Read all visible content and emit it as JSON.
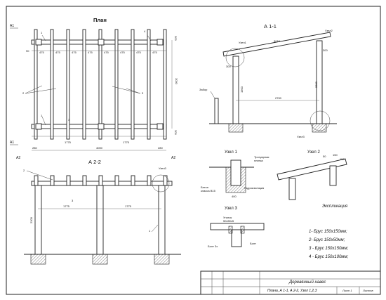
{
  "plan": {
    "title": "План",
    "section_mark": "А1",
    "section_mark_b": "А2",
    "top_dims": [
      "475",
      "475",
      "475",
      "475",
      "475",
      "475",
      "475",
      "475"
    ],
    "left_dim": "90",
    "right_dims": [
      "300",
      "3000",
      "300"
    ],
    "bottom_dims": [
      "1775",
      "1775"
    ],
    "bottom_small": [
      "280",
      "280"
    ],
    "total_width": "4000",
    "callouts": [
      "1",
      "2",
      "3",
      "1",
      "3",
      "4"
    ]
  },
  "section11": {
    "title": "А 1-1",
    "labels": [
      "Узел2",
      "Узел1",
      "Узел3",
      "Забор",
      "3015",
      "1900",
      "2300",
      "2700",
      "300",
      "300"
    ]
  },
  "section22": {
    "title": "А 2-2",
    "labels": [
      "Узел3",
      "1775",
      "1775",
      "2300",
      "1",
      "2",
      "3"
    ]
  },
  "node1": {
    "title": "Узел 1",
    "labels": [
      "Тротуарная",
      "плитка",
      "Бетон",
      "класса В15",
      "Гидроизоляция",
      "400"
    ]
  },
  "node2": {
    "title": "Узел 2",
    "labels": [
      "50",
      "150",
      "150"
    ]
  },
  "node3": {
    "title": "Узел 3",
    "labels": [
      "Уголок",
      "50х50х5",
      "Болт 3х",
      "Болт"
    ]
  },
  "explication": {
    "title": "Экспликация",
    "items": [
      "1- Брус 150х150мм;",
      "2- Брус 150х50мм;",
      "3 - Брус 150х150мм;",
      "4 - Брус 150х100мм;"
    ]
  },
  "title_block": {
    "name": "Деревянный навес",
    "sheets": "Плана, А 1-1, А 2-2, Узел 1,2,3",
    "sheet_label": "Лист 1",
    "sheets_label": "Листов"
  }
}
